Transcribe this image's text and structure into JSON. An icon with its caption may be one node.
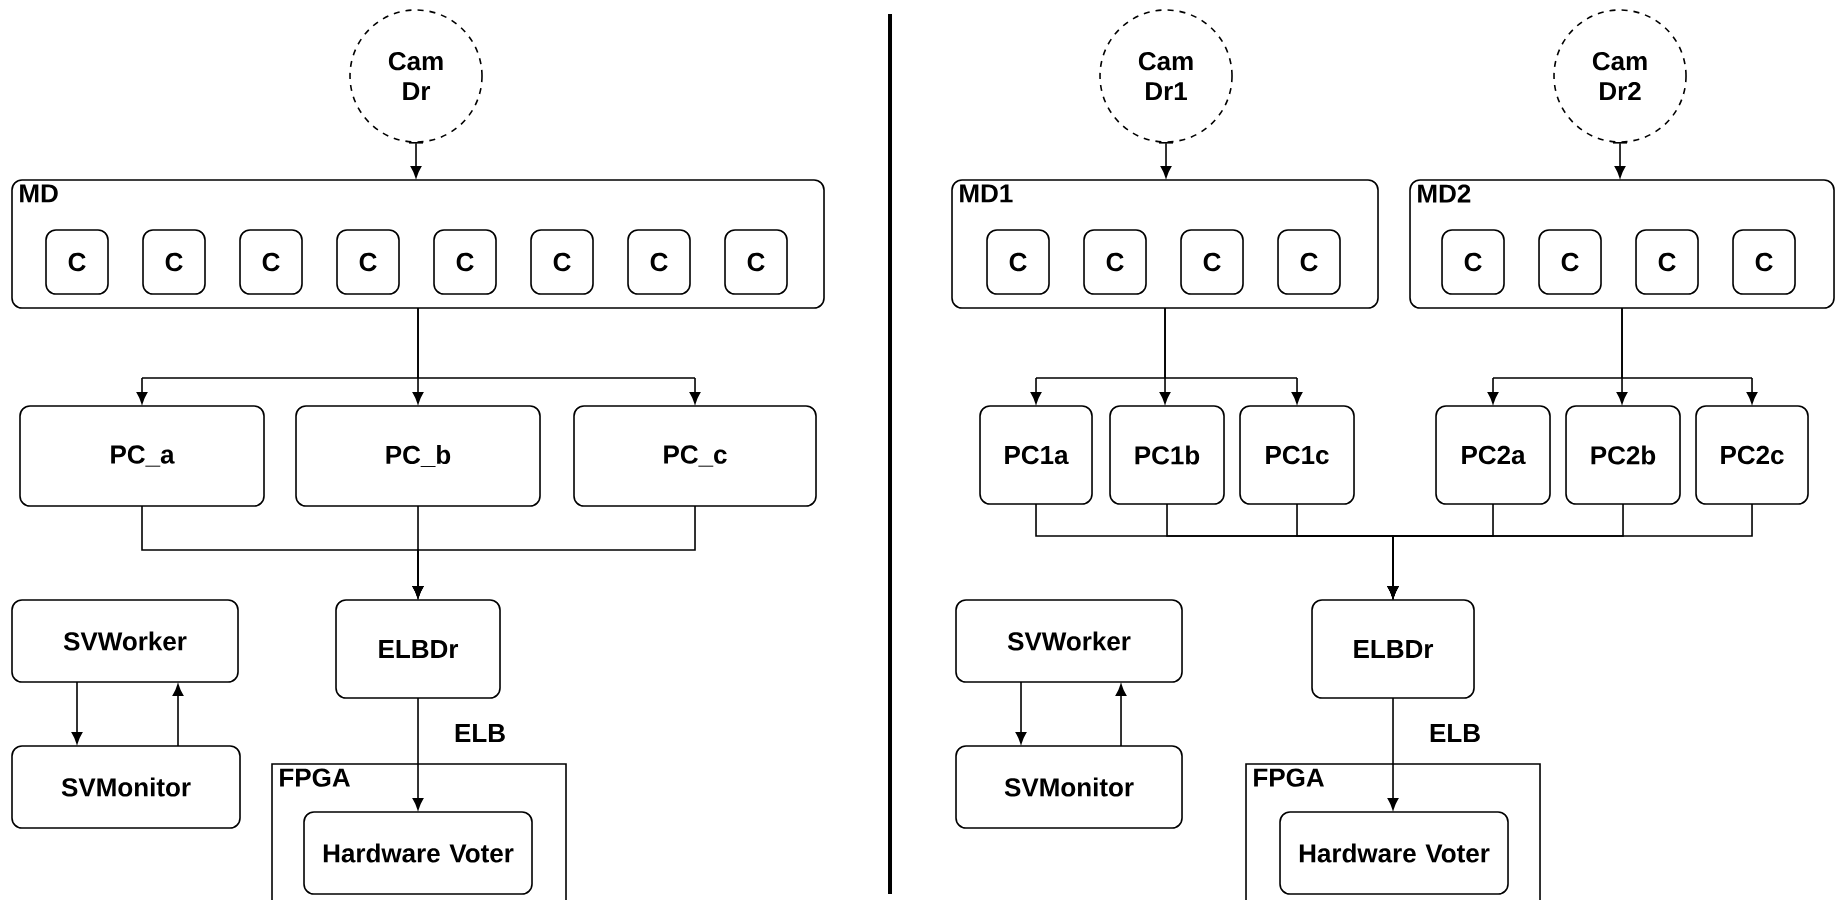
{
  "diagram": {
    "nodes": [
      {
        "text": [
          "Cam Dr"
        ]
      },
      {
        "text": [
          "MD"
        ]
      },
      {
        "text": [
          "C"
        ],
        "in": 1
      },
      {
        "text": [
          "C"
        ],
        "in": 1
      },
      {
        "text": [
          "C"
        ],
        "in": 1
      },
      {
        "text": [
          "C"
        ],
        "in": 1
      },
      {
        "text": [
          "C"
        ],
        "in": 1
      },
      {
        "text": [
          "C"
        ],
        "in": 1
      },
      {
        "text": [
          "C"
        ],
        "in": 1
      },
      {
        "text": [
          "C"
        ],
        "in": 1
      },
      {
        "text": [
          "PC_a"
        ]
      },
      {
        "text": [
          "PC_b"
        ]
      },
      {
        "text": [
          "PC_c"
        ]
      },
      {
        "text": [
          "SVWorker"
        ]
      },
      {
        "text": [
          "SVMonitor"
        ]
      },
      {
        "text": [
          "ELBDr"
        ]
      },
      {
        "text": [
          "FPGA"
        ]
      },
      {
        "text": [
          "Hardware Voter"
        ],
        "in": 16
      },
      {
        "text": [
          "Cam Dr1"
        ]
      },
      {
        "text": [
          "Cam Dr2"
        ]
      },
      {
        "text": [
          "MD1"
        ]
      },
      {
        "text": [
          "C"
        ],
        "in": 20
      },
      {
        "text": [
          "C"
        ],
        "in": 20
      },
      {
        "text": [
          "C"
        ],
        "in": 20
      },
      {
        "text": [
          "C"
        ],
        "in": 20
      },
      {
        "text": [
          "MD2"
        ]
      },
      {
        "text": [
          "C"
        ],
        "in": 25
      },
      {
        "text": [
          "C"
        ],
        "in": 25
      },
      {
        "text": [
          "C"
        ],
        "in": 25
      },
      {
        "text": [
          "C"
        ],
        "in": 25
      },
      {
        "text": [
          "PC1a"
        ]
      },
      {
        "text": [
          "PC1b"
        ]
      },
      {
        "text": [
          "PC1c"
        ]
      },
      {
        "text": [
          "PC2a"
        ]
      },
      {
        "text": [
          "PC2b"
        ]
      },
      {
        "text": [
          "PC2c"
        ]
      },
      {
        "text": [
          "SVWorker"
        ]
      },
      {
        "text": [
          "SVMonitor"
        ]
      },
      {
        "text": [
          "ELBDr"
        ]
      },
      {
        "text": [
          "FPGA"
        ]
      },
      {
        "text": [
          "Hardware Voter"
        ],
        "in": 39
      }
    ],
    "edges": [
      {
        "from": 0,
        "to": 1,
        "arrow": "to"
      },
      {
        "from": 1,
        "to": 10,
        "arrow": "to"
      },
      {
        "from": 1,
        "to": 11,
        "arrow": "to"
      },
      {
        "from": 1,
        "to": 12,
        "arrow": "to"
      },
      {
        "from": 10,
        "to": 15,
        "arrow": "to"
      },
      {
        "from": 11,
        "to": 15,
        "arrow": "to"
      },
      {
        "from": 12,
        "to": 15,
        "arrow": "to"
      },
      {
        "from": 13,
        "to": 14,
        "arrow": "to"
      },
      {
        "from": 14,
        "to": 13,
        "arrow": "to"
      },
      {
        "from": 15,
        "to": 17,
        "arrow": "to",
        "label": "ELB"
      },
      {
        "from": 18,
        "to": 20,
        "arrow": "to"
      },
      {
        "from": 19,
        "to": 25,
        "arrow": "to"
      },
      {
        "from": 20,
        "to": 30,
        "arrow": "to"
      },
      {
        "from": 20,
        "to": 31,
        "arrow": "to"
      },
      {
        "from": 20,
        "to": 32,
        "arrow": "to"
      },
      {
        "from": 25,
        "to": 33,
        "arrow": "to"
      },
      {
        "from": 25,
        "to": 34,
        "arrow": "to"
      },
      {
        "from": 25,
        "to": 35,
        "arrow": "to"
      },
      {
        "from": 30,
        "to": 38,
        "arrow": "to"
      },
      {
        "from": 31,
        "to": 38,
        "arrow": "to"
      },
      {
        "from": 32,
        "to": 38,
        "arrow": "to"
      },
      {
        "from": 33,
        "to": 38,
        "arrow": "to"
      },
      {
        "from": 34,
        "to": 38,
        "arrow": "to"
      },
      {
        "from": 35,
        "to": 38,
        "arrow": "to"
      },
      {
        "from": 36,
        "to": 37,
        "arrow": "to"
      },
      {
        "from": 37,
        "to": 36,
        "arrow": "to"
      },
      {
        "from": 38,
        "to": 40,
        "arrow": "to",
        "label": "ELB"
      }
    ]
  }
}
